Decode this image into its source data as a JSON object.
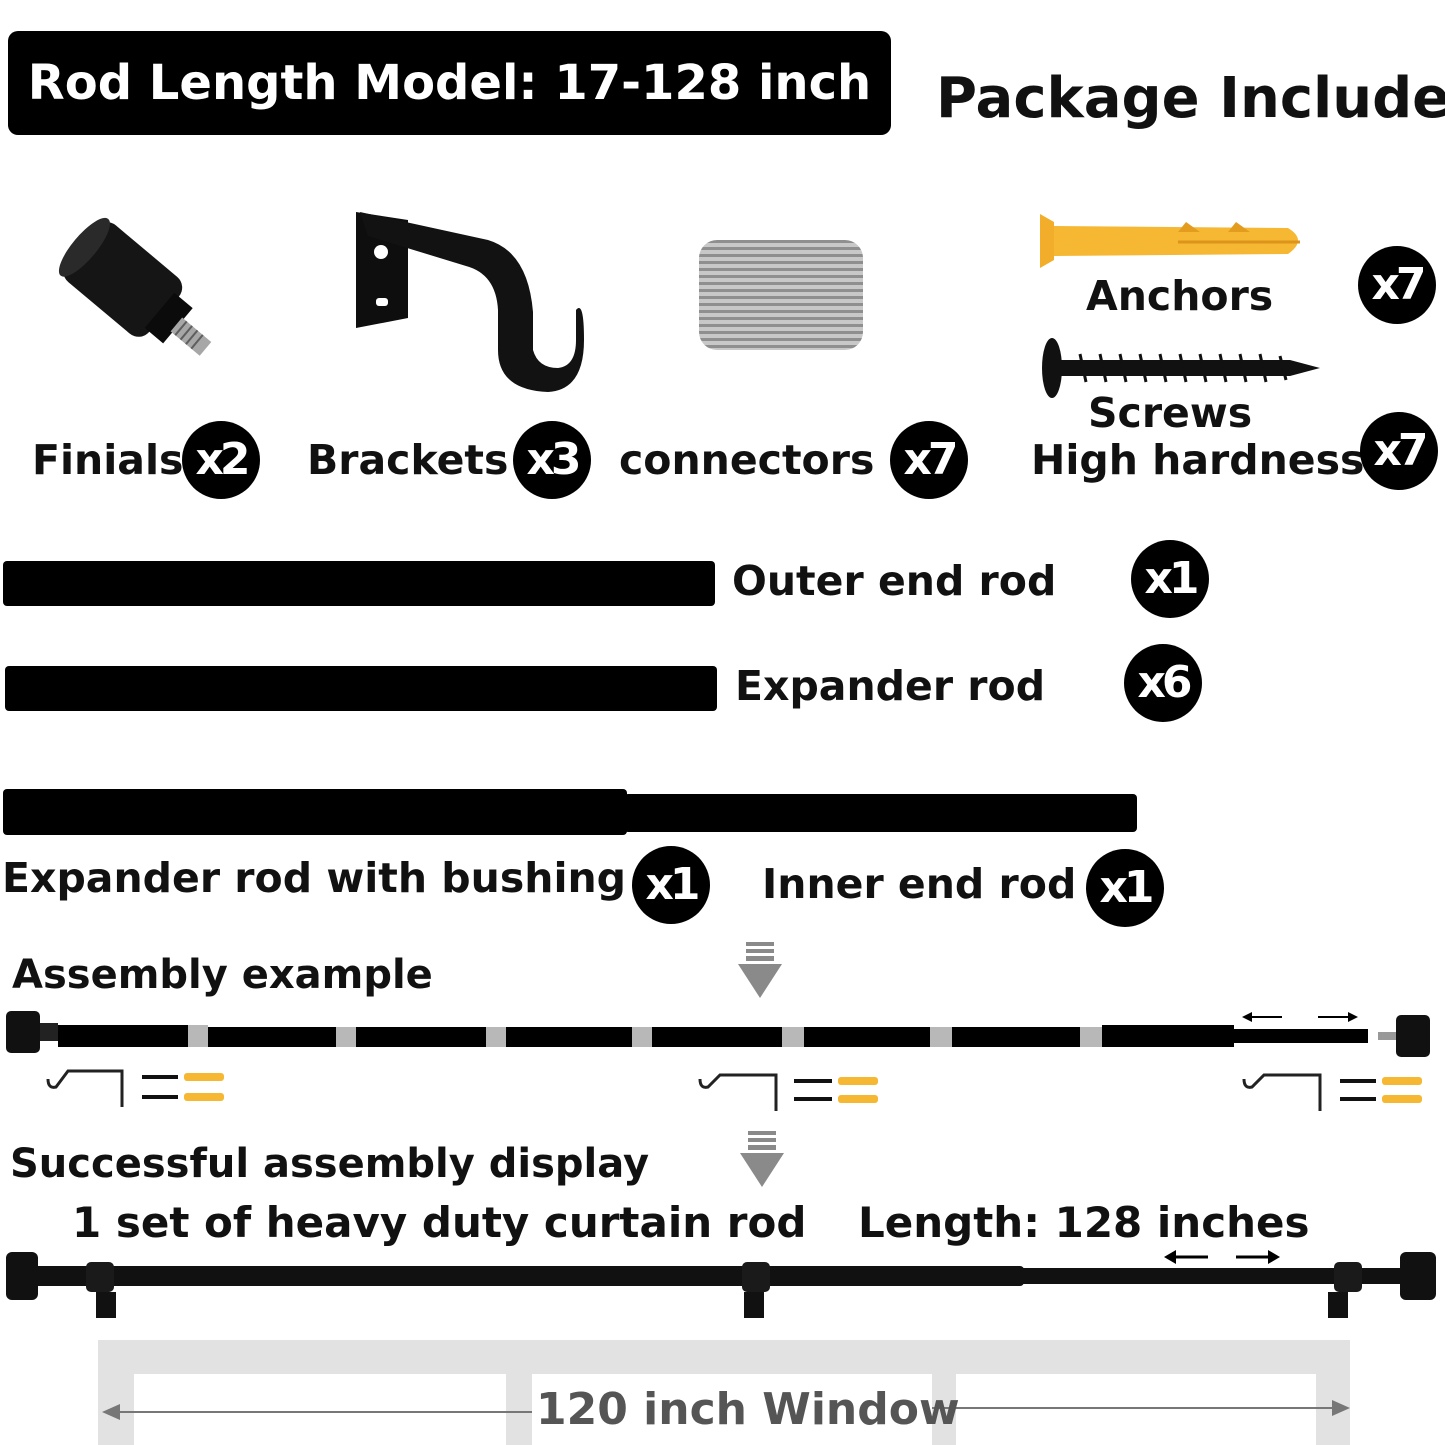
{
  "header": {
    "model_label": "Rod Length Model: 17-128 inch",
    "package_title": "Package Include"
  },
  "items": {
    "finials": {
      "label": "Finials",
      "qty": "x2"
    },
    "brackets": {
      "label": "Brackets",
      "qty": "x3"
    },
    "connectors": {
      "label": "connectors",
      "qty": "x7"
    },
    "anchors": {
      "label": "Anchors",
      "qty": "x7"
    },
    "screws": {
      "label_line1": "Screws",
      "label_line2": "High hardness",
      "qty": "x7"
    }
  },
  "rods": {
    "outer_end": {
      "label": "Outer end rod",
      "qty": "x1"
    },
    "expander": {
      "label": "Expander rod",
      "qty": "x6"
    },
    "with_bushing": {
      "label": "Expander rod with bushing",
      "qty": "x1"
    },
    "inner_end": {
      "label": "Inner end rod",
      "qty": "x1"
    }
  },
  "assembly": {
    "title": "Assembly example"
  },
  "display": {
    "title": "Successful assembly display",
    "subtitle": "1 set of heavy duty curtain rod",
    "length": "Length: 128 inches",
    "window": "120 inch Window"
  },
  "colors": {
    "rod": "#000000",
    "anchor": "#f6b833",
    "connector": "#b8b8b8",
    "window_frame": "#e2e2e2",
    "arrow": "#8a8a8a"
  }
}
